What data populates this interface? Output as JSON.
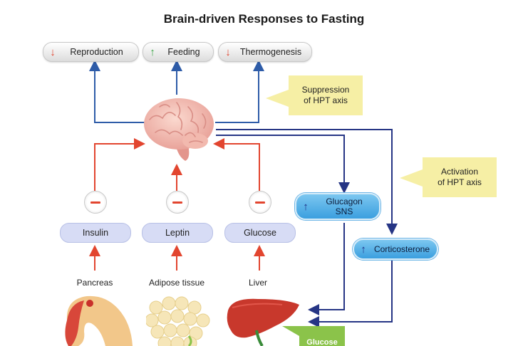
{
  "title": "Brain-driven Responses to Fasting",
  "outputs": [
    {
      "label": "Reproduction",
      "direction": "down",
      "arrow": "↓",
      "color": "#e2452f"
    },
    {
      "label": "Feeding",
      "direction": "up",
      "arrow": "↑",
      "color": "#3aa544"
    },
    {
      "label": "Thermogenesis",
      "direction": "down",
      "arrow": "↓",
      "color": "#e2452f"
    }
  ],
  "notes": {
    "suppression": "Suppression\nof HPT axis",
    "activation": "Activation\nof HPT axis"
  },
  "signals": [
    {
      "label": "Insulin",
      "source": "Pancreas"
    },
    {
      "label": "Leptin",
      "source": "Adipose tissue"
    },
    {
      "label": "Glucose",
      "source": "Liver"
    }
  ],
  "effectors": {
    "glucagon": {
      "label": "Glucagon\nSNS",
      "arrow": "↑"
    },
    "corticosterone": {
      "label": "Corticosterone",
      "arrow": "↑"
    }
  },
  "liver_output": "Glucose",
  "colors": {
    "red": "#e2452f",
    "blue": "#2e5ca8",
    "navy": "#263585",
    "note": "#f6efa5"
  }
}
